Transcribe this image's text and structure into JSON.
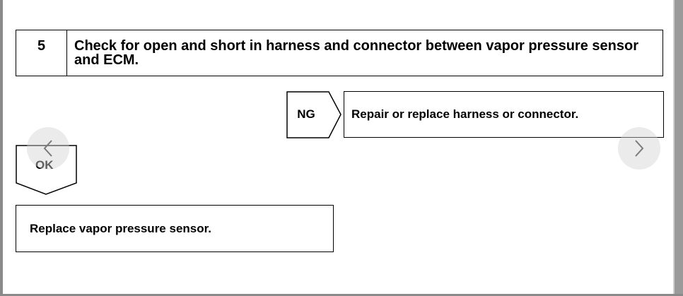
{
  "step": {
    "number": "5",
    "title": "Check for open and short in harness and connector between vapor pressure sensor and ECM."
  },
  "ng_branch": {
    "label": "NG",
    "action": "Repair or replace harness or connector."
  },
  "ok_branch": {
    "label": "OK"
  },
  "final_action": "Replace vapor pressure sensor.",
  "navigation": {
    "prev_icon": "chevron-left-icon",
    "next_icon": "chevron-right-icon"
  }
}
